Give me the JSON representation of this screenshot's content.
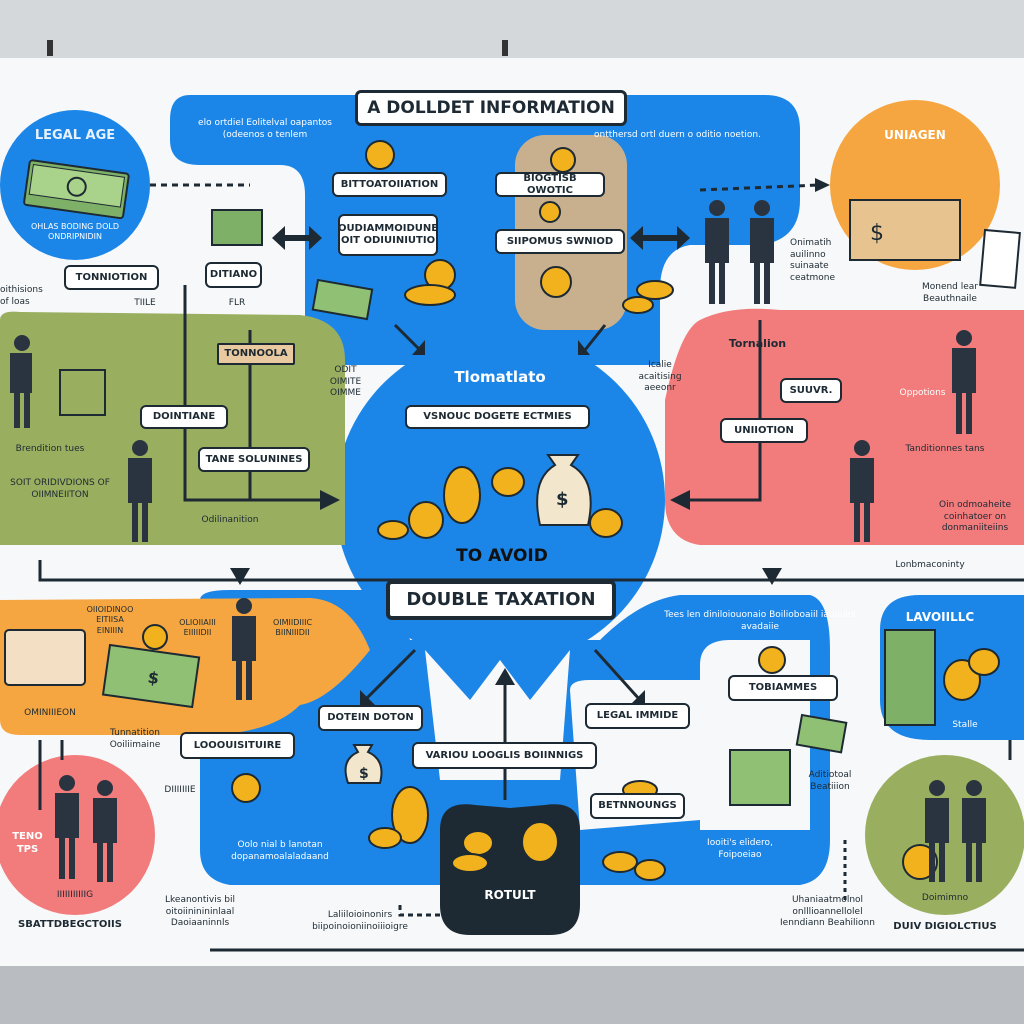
{
  "title": "A DOLLDET INFORMATION",
  "center": {
    "heading": "Tlomatlato",
    "box": "VSNOUC DOGETE ECTMIES",
    "line1": "TO AVOID",
    "line2": "DOUBLE TAXATION"
  },
  "top_blob": {
    "caption": "elo ortdiel Eolitelval oapantos (odeenos o tenlem",
    "box1": "BITTOATOIIATION",
    "box2": "OUDIAMMOIDUNE OIT ODIUINIUTIO",
    "right_caption": "ontthersd ortl duern o oditio noetion."
  },
  "tan_panel": {
    "box1": "BIOGTISB OWOTIC",
    "box2": "SIIPOMUS SWNIOD"
  },
  "legal_age": {
    "title": "LEGAL AGE",
    "caption": "OHLAS BODING DOLD ONDRIPNIDIN"
  },
  "orange_circle": {
    "title": "UNIAGEN"
  },
  "left_side": {
    "box_tonnation": "TONNIOTION",
    "box_ditiano": "DITIANO",
    "small1": "TIILE",
    "small2": "FLR",
    "side_caption": "oithisions of loas",
    "sign": "TONNOOLA",
    "box_dointiane": "DOINTIANE",
    "box_tane": "TANE SOLUNINES",
    "caption_brec": "Brendition tues",
    "caption_bottom": "Odilinanition",
    "caption_left": "SOIT ORIDIVDIONS OF OIIMNEIITON",
    "caption_mid": "ODIT OIMITE OIMME"
  },
  "right_side": {
    "people_caption": "Onimatih auilinno suinaate ceatmone",
    "doc_caption": "Monend lear Beauthnaile",
    "pink_title": "Tornalion",
    "box_survr": "SUUVR.",
    "box_uniiotion": "UNIIOTION",
    "pink_caption": "Oppotions",
    "pink_bottom": "Tanditionnes tans",
    "caption_ie": "Icalie acaitising aeeonr",
    "caption_right": "Oin odmoaheite coinhatoer on donmaniiteiins",
    "top_line": "Lonbmaconinty"
  },
  "orange_blob": {
    "c1": "OIIOIDINOO EITIISA EINIIIN",
    "c2": "OLIOIIAIII EIIIIIDII",
    "c3": "OIMIIDIIIC BIINIIIDII",
    "bottom": "OMINIIIEON",
    "caption": "Tunnatition Ooiliimaine",
    "box_loco": "LOOOUISITUIRE",
    "small": "DIIIIIIIE"
  },
  "pink_circle": {
    "badge": "TENO TPS",
    "caption": "IIIIIIIIIIIG",
    "title": "SBATTDBEGCTOIIS"
  },
  "bottom_captions": {
    "left": "Lkeanontivis bil oitoiininininlaal Daoiaaninnls",
    "mid": "Laliiloioinonirs biipoinoioniinoiiioigre",
    "right": "Uhaniaatmolnol onlllioannellolel Ienndiann Beahilionn"
  },
  "lower_blob": {
    "box_doten": "DOTEIN DOTON",
    "box_legal": "LEGAL IMMIDE",
    "box_various": "VARIOU LOOGLIS BOIINNIGS",
    "box_betn": "BETNNOUNGS",
    "caption_left": "Oolo nial b lanotan dopanamoalaladaand",
    "caption_right": "Iooiti's elidero, Foipoeiao",
    "top_caption": "Tees len diniloiouonaio Boilioboaiil iauiiulol avadaiie",
    "box_toba": "TOBIAMMES",
    "caption_mid": "Aditiotoal Beatiiion"
  },
  "pot": {
    "label": "ROTULT"
  },
  "right_circle": {
    "title": "LAVOIILLC",
    "caption": "Stalle"
  },
  "green_circle": {
    "caption": "Doimimno",
    "title": "DUIV DIGIOLCTIUS"
  },
  "colors": {
    "blue": "#1b86e8",
    "green": "#9aae60",
    "pink": "#f27b7c",
    "orange": "#f5a640",
    "tan": "#c8b08e",
    "dark": "#1d2a33"
  }
}
